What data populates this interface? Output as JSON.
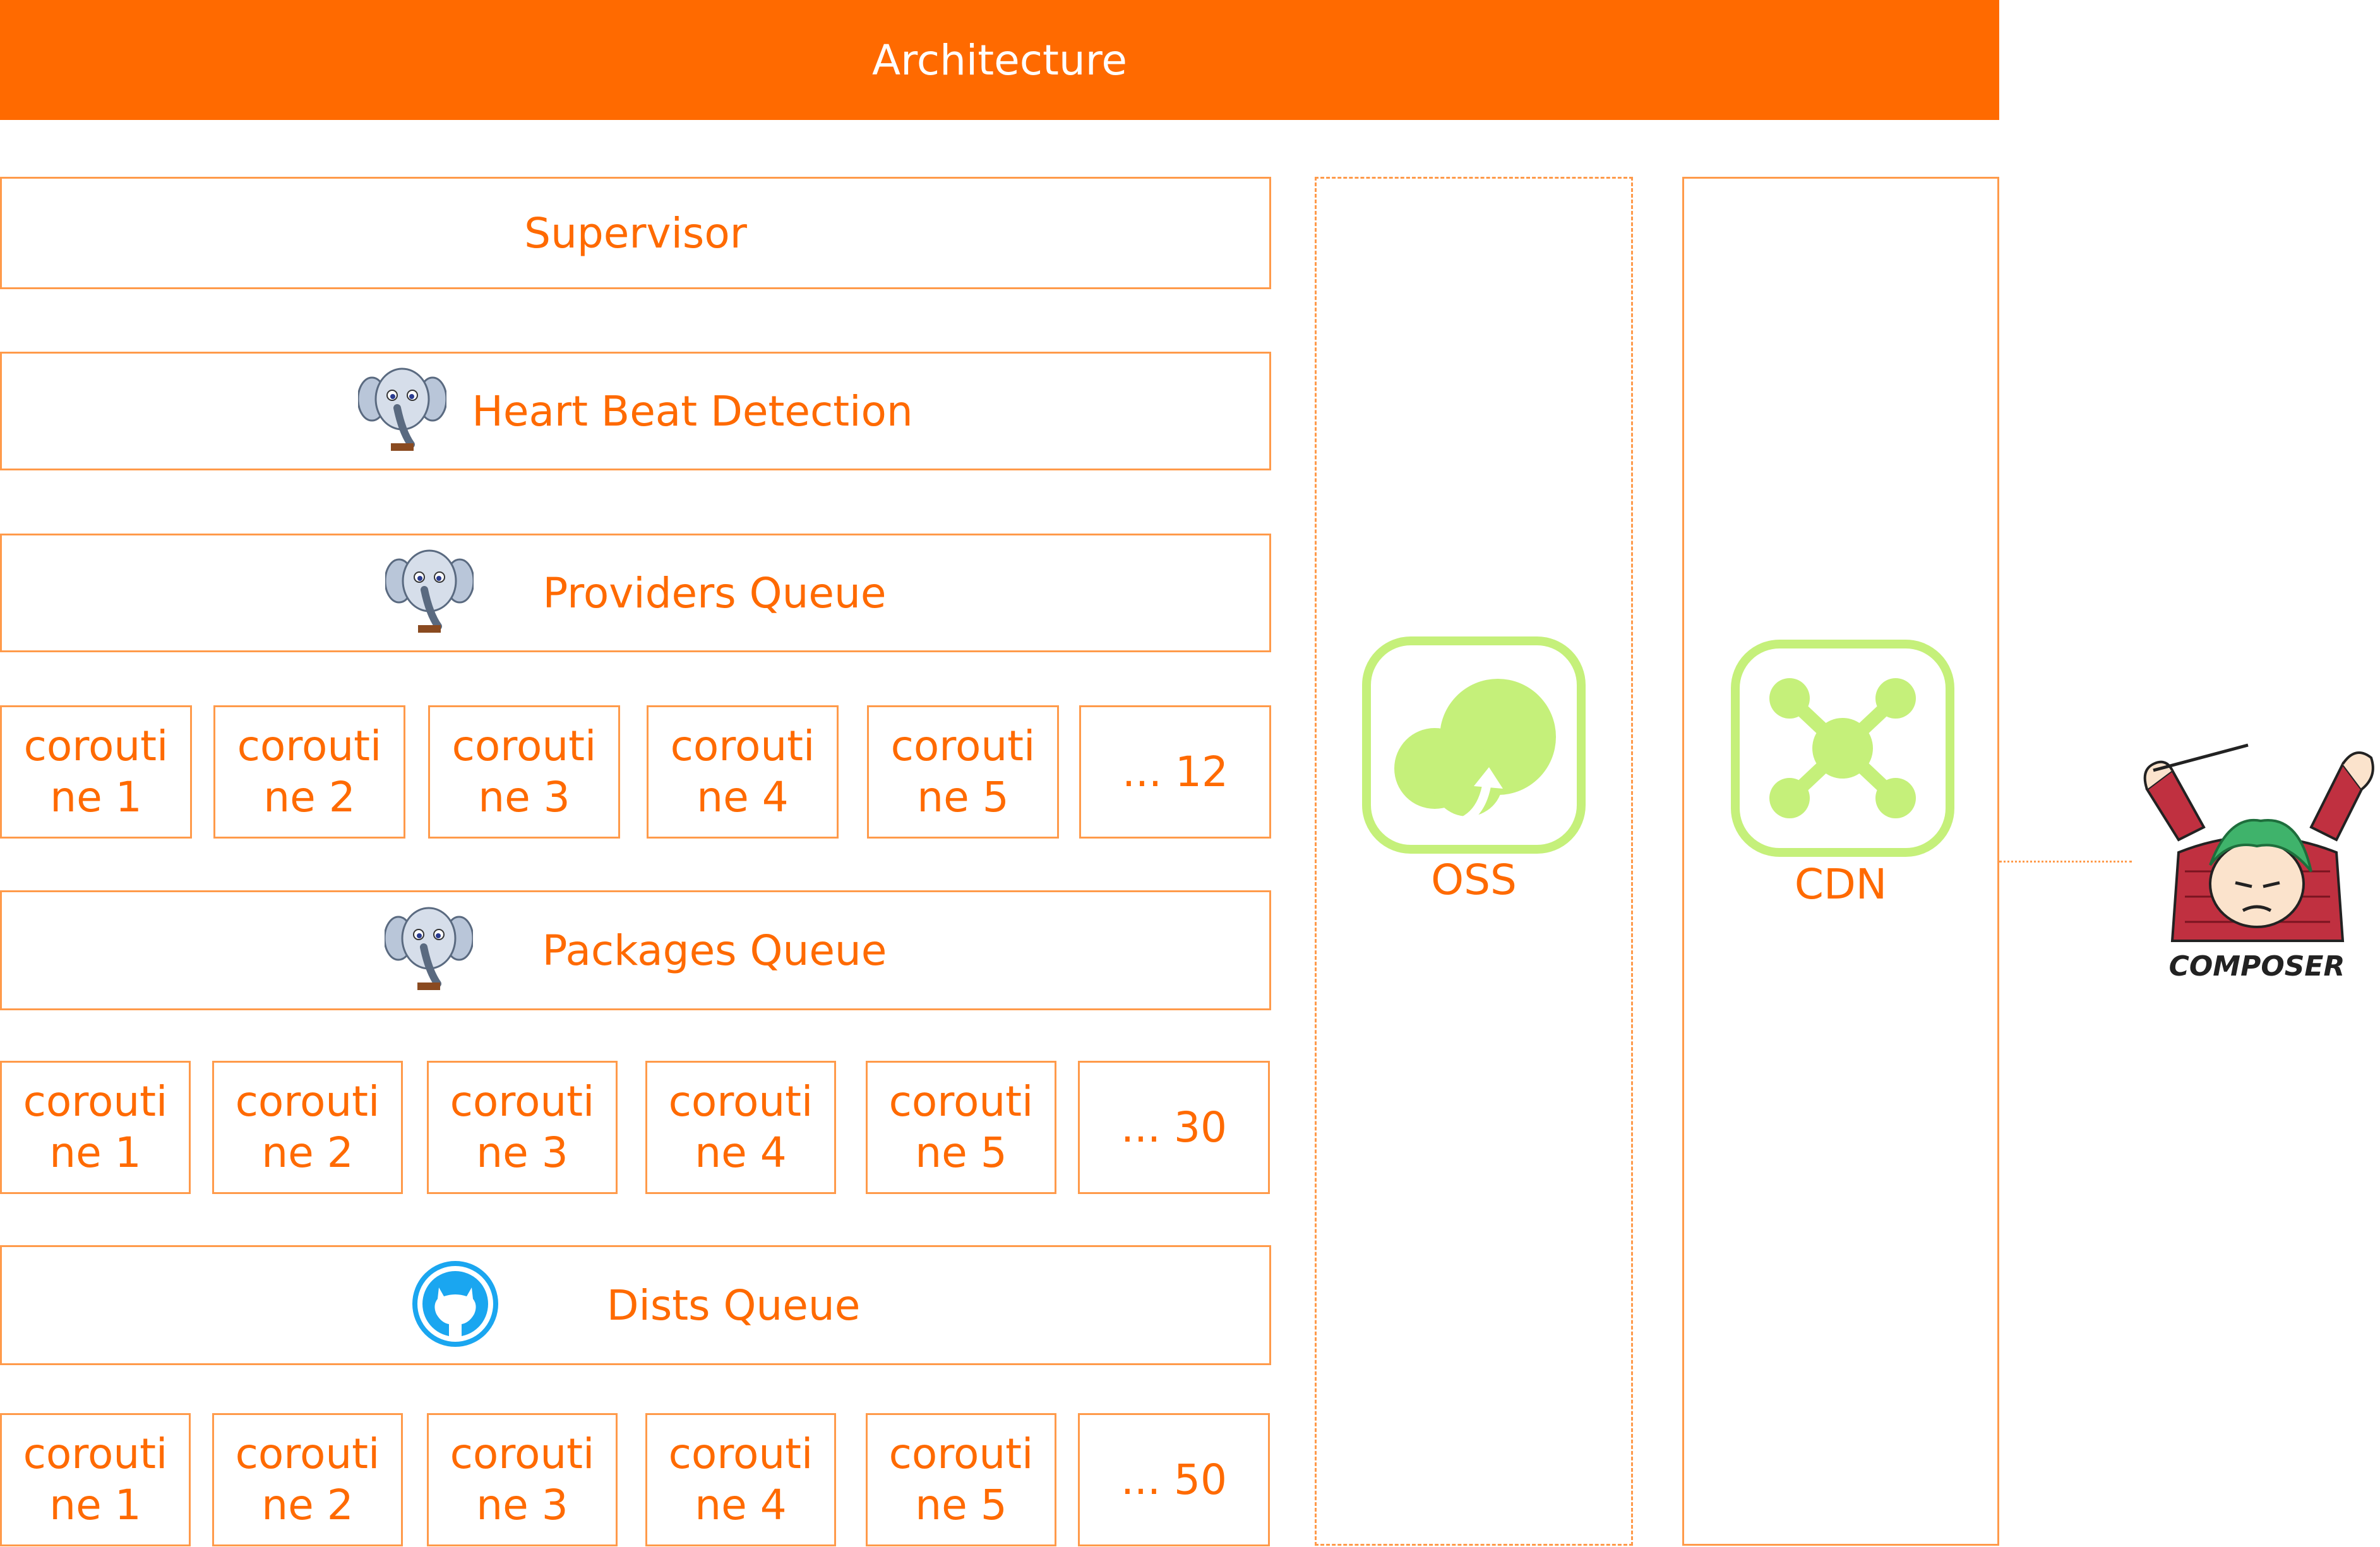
{
  "header": {
    "title": "Architecture"
  },
  "supervisor": {
    "label": "Supervisor"
  },
  "heartbeat": {
    "label": "Heart Beat Detection",
    "icon": "elephant-icon"
  },
  "providers": {
    "label": "Providers Queue",
    "icon": "elephant-icon"
  },
  "providers_workers": {
    "cells": [
      {
        "line1": "corouti",
        "line2": "ne 1"
      },
      {
        "line1": "corouti",
        "line2": "ne 2"
      },
      {
        "line1": "corouti",
        "line2": "ne 3"
      },
      {
        "line1": "corouti",
        "line2": "ne 4"
      },
      {
        "line1": "corouti",
        "line2": "ne 5"
      }
    ],
    "more": "... 12"
  },
  "packages": {
    "label": "Packages Queue",
    "icon": "elephant-icon"
  },
  "packages_workers": {
    "cells": [
      {
        "line1": "corouti",
        "line2": "ne 1"
      },
      {
        "line1": "corouti",
        "line2": "ne 2"
      },
      {
        "line1": "corouti",
        "line2": "ne 3"
      },
      {
        "line1": "corouti",
        "line2": "ne 4"
      },
      {
        "line1": "corouti",
        "line2": "ne 5"
      }
    ],
    "more": "... 30"
  },
  "dists": {
    "label": "Dists Queue",
    "icon": "github-icon"
  },
  "dists_workers": {
    "cells": [
      {
        "line1": "corouti",
        "line2": "ne 1"
      },
      {
        "line1": "corouti",
        "line2": "ne 2"
      },
      {
        "line1": "corouti",
        "line2": "ne 3"
      },
      {
        "line1": "corouti",
        "line2": "ne 4"
      },
      {
        "line1": "corouti",
        "line2": "ne 5"
      }
    ],
    "more": "... 50"
  },
  "oss": {
    "label": "OSS",
    "icon": "cloud-upload-icon"
  },
  "cdn": {
    "label": "CDN",
    "icon": "network-hub-icon"
  },
  "composer": {
    "logo_text": "COMPOSER",
    "icon": "composer-conductor-icon"
  },
  "colors": {
    "accent": "#ff6a00",
    "border": "#ff9a4a",
    "icon_green": "#c5f07a"
  }
}
